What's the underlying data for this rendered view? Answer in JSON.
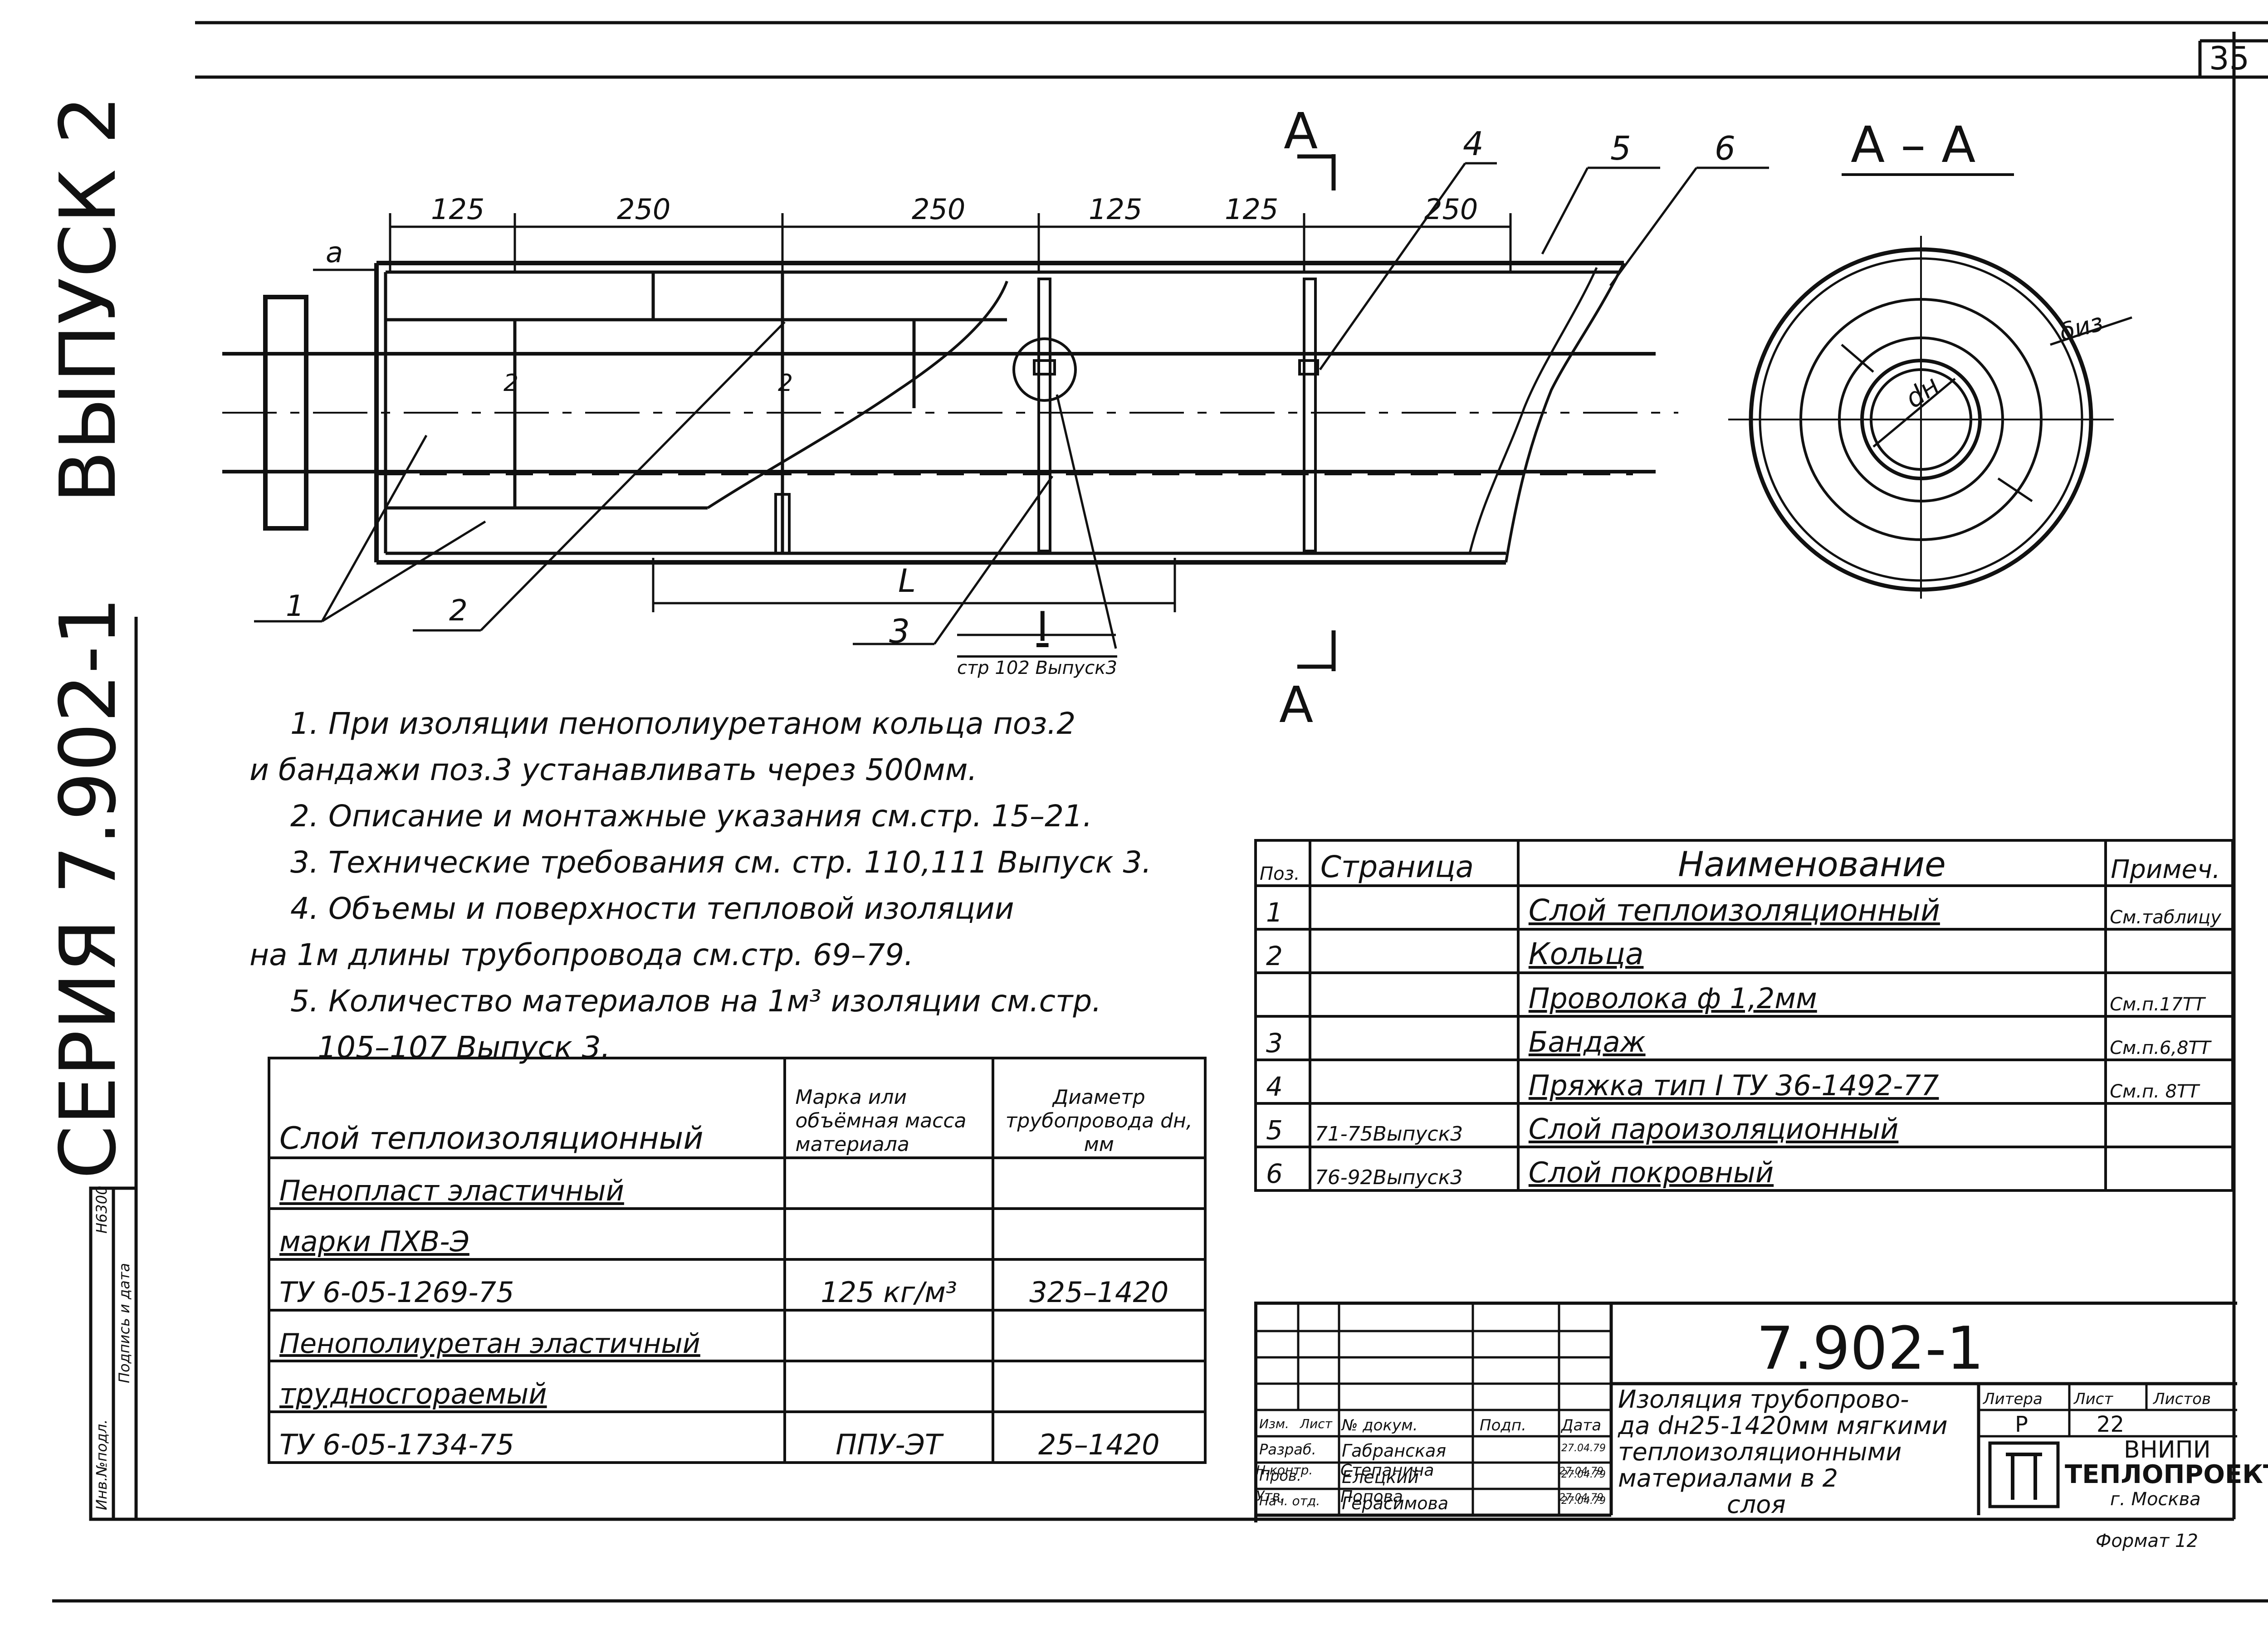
{
  "sheet": {
    "page_number": "35",
    "format": "Формат 12"
  },
  "side": {
    "series": "СЕРИЯ 7.902-1",
    "issue": "ВЫПУСК 2",
    "inv_code": "Н6300",
    "inv_label": "Инв.№подл.",
    "sign_label": "Подпись и дата"
  },
  "drawing": {
    "dim_125_a": "125",
    "dim_250_a": "250",
    "dim_250_b": "250",
    "dim_125_b": "125",
    "dim_125_c": "125",
    "dim_250_c": "250",
    "dim_a": "a",
    "dim_L": "L",
    "inner_2a": "2",
    "inner_2b": "2",
    "leader_1": "1",
    "leader_2": "2",
    "leader_3": "3",
    "leader_4": "4",
    "leader_5": "5",
    "leader_6": "6",
    "section_A_top": "А",
    "section_A_bottom": "А",
    "section_title": "А – А",
    "detail_I": "I",
    "detail_ref": "стр 102 Выпуск3",
    "dn_label": "dн",
    "biz_label": "δиз"
  },
  "notes": [
    "1. При изоляции пенополиуретаном кольца поз.2",
    "и бандажи поз.3 устанавливать через 500мм.",
    "2. Описание и монтажные указания см.стр. 15–21.",
    "3. Технические требования см. стр. 110,111 Выпуск 3.",
    "4. Объемы и поверхности тепловой изоляции",
    "на 1м длины трубопровода см.стр. 69–79.",
    "5. Количество материалов на 1м³ изоляции см.стр.",
    "105–107 Выпуск 3."
  ],
  "materials_table": {
    "headers": {
      "layer": "Слой теплоизоляционный",
      "mark": "Марка или объёмная масса материала",
      "diameter": "Диаметр трубопровода dн, мм"
    },
    "rows": [
      {
        "layer": "Пенопласт эластичный",
        "mark": "",
        "diameter": ""
      },
      {
        "layer": "марки ПХВ-Э",
        "mark": "",
        "diameter": ""
      },
      {
        "layer": "ТУ 6-05-1269-75",
        "mark": "125 кг/м³",
        "diameter": "325–1420"
      },
      {
        "layer": "Пенополиуретан эластичный",
        "mark": "",
        "diameter": ""
      },
      {
        "layer": "трудносгораемый",
        "mark": "",
        "diameter": ""
      },
      {
        "layer": "ТУ 6-05-1734-75",
        "mark": "ППУ-ЭТ",
        "diameter": "25–1420"
      }
    ]
  },
  "spec_table": {
    "headers": {
      "pos": "Поз.",
      "page": "Страница",
      "name": "Наименование",
      "note": "Примеч."
    },
    "rows": [
      {
        "pos": "1",
        "page": "",
        "name": "Слой теплоизоляционный",
        "note": "См.таблицу"
      },
      {
        "pos": "2",
        "page": "",
        "name": "Кольца",
        "note": ""
      },
      {
        "pos": "",
        "page": "",
        "name": "Проволока ф 1,2мм",
        "note": "См.п.17ТТ"
      },
      {
        "pos": "3",
        "page": "",
        "name": "Бандаж",
        "note": "См.п.6,8ТТ"
      },
      {
        "pos": "4",
        "page": "",
        "name": "Пряжка тип I ТУ 36-1492-77",
        "note": "См.п. 8ТТ"
      },
      {
        "pos": "5",
        "page": "71-75Выпуск3",
        "name": "Слой пароизоляционный",
        "note": ""
      },
      {
        "pos": "6",
        "page": "76-92Выпуск3",
        "name": "Слой покровный",
        "note": ""
      }
    ]
  },
  "title_block": {
    "doc_number": "7.902-1",
    "col_izm": "Изм.",
    "col_list": "Лист",
    "col_doc": "№ докум.",
    "col_sign": "Подп.",
    "col_date": "Дата",
    "roles": [
      {
        "role": "Разраб.",
        "name": "Габранская",
        "date": "27.04.79"
      },
      {
        "role": "Пров.",
        "name": "Елецкий",
        "date": "27.04.79"
      },
      {
        "role": "Нач. отд.",
        "name": "Герасимова",
        "date": "27.04.79"
      },
      {
        "role": "Н.контр.",
        "name": "Степанина",
        "date": "27.04.79"
      },
      {
        "role": "Утв.",
        "name": "Попова",
        "date": "27.04.79"
      }
    ],
    "title_lines": [
      "Изоляция трубопрово-",
      "да dн25-1420мм мягкими",
      "теплоизоляционными",
      "материалами в 2",
      "слоя"
    ],
    "litera_label": "Литера",
    "sheet_label": "Лист",
    "sheets_label": "Листов",
    "litera": "Р",
    "sheet": "22",
    "org1": "ВНИПИ",
    "org2": "ТЕПЛОПРОЕКТ",
    "city": "г. Москва"
  }
}
